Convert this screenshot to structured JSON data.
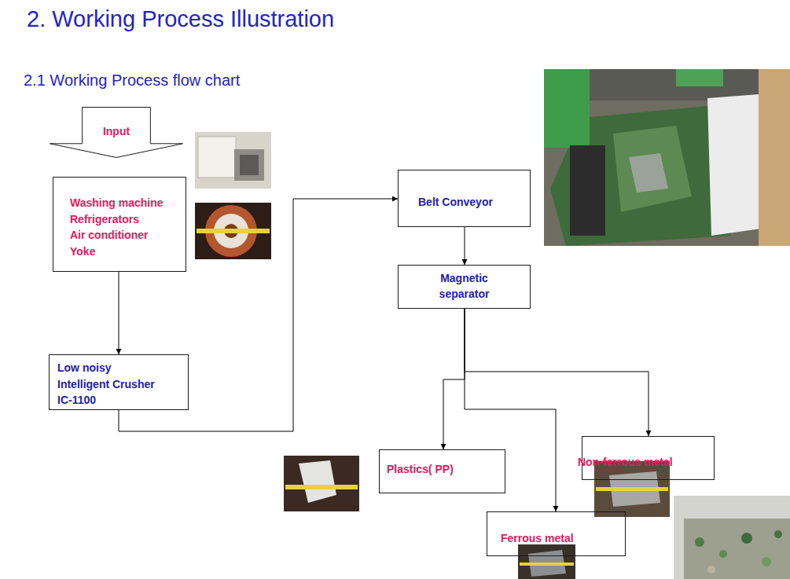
{
  "diagram": {
    "title": "2. Working Process Illustration",
    "nodes": [
      {
        "text": [
          "Input"
        ]
      },
      {
        "text": [
          "Washing machine",
          "Refrigerators",
          "Air conditioner",
          "Yoke"
        ]
      },
      {
        "text": [
          "Low noisy Intelligent Crusher IC-1100"
        ]
      },
      {
        "text": [
          "Belt Conveyor"
        ]
      },
      {
        "text": [
          "Magnetic separator"
        ]
      },
      {
        "text": [
          "Plastics( PP)"
        ]
      },
      {
        "text": [
          "Non-ferrous metal"
        ]
      },
      {
        "text": [
          "Ferrous metal"
        ]
      }
    ],
    "edges": [
      {
        "from": 1,
        "to": 2,
        "arrow": "to"
      },
      {
        "from": 2,
        "to": 3,
        "arrow": "to"
      },
      {
        "from": 3,
        "to": 4,
        "arrow": "to"
      },
      {
        "from": 4,
        "to": 5,
        "arrow": "to"
      },
      {
        "from": 4,
        "to": 6,
        "arrow": "to"
      },
      {
        "from": 4,
        "to": 7,
        "arrow": "to"
      }
    ],
    "labels": [
      "2.1 Working Process flow chart"
    ]
  }
}
